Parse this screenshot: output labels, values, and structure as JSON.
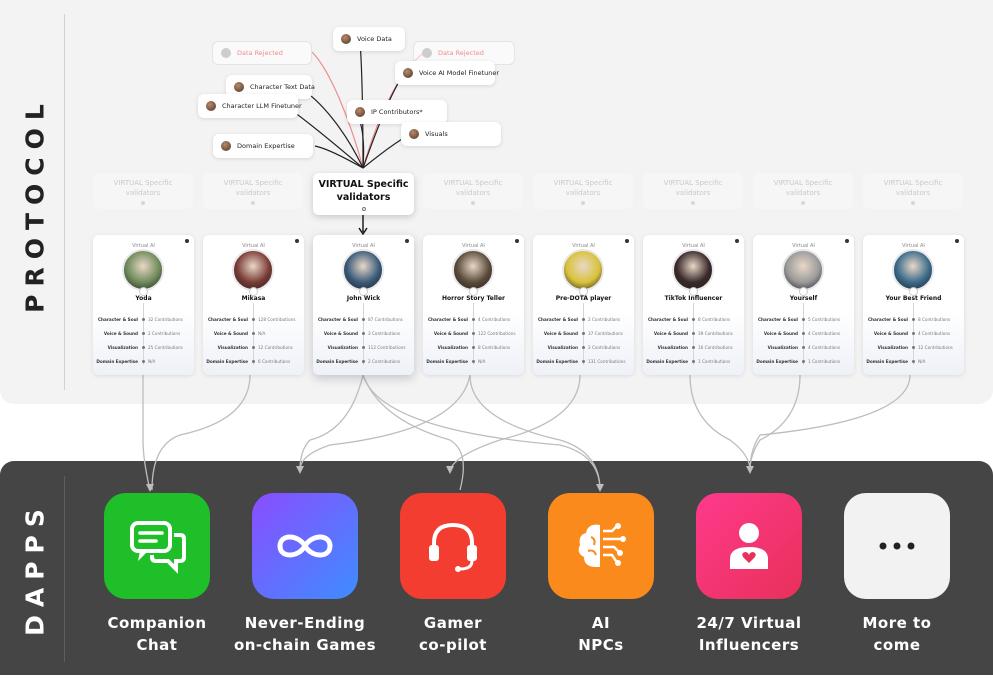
{
  "sections": {
    "protocol": "PROTOCOL",
    "dapps": "DAPPS"
  },
  "contributions": [
    {
      "label": "Data Rejected",
      "rejected": true
    },
    {
      "label": "Voice Data",
      "rejected": false
    },
    {
      "label": "Data Rejected",
      "rejected": true
    },
    {
      "label": "Character Text Data",
      "rejected": false
    },
    {
      "label": "Voice AI Model Finetuner",
      "rejected": false
    },
    {
      "label": "Character LLM Finetuner",
      "rejected": false
    },
    {
      "label": "IP Contributors*",
      "rejected": false
    },
    {
      "label": "Visuals",
      "rejected": false
    },
    {
      "label": "Domain Expertise",
      "rejected": false
    }
  ],
  "validators": {
    "ghost_label_line1": "VIRTUAL Specific",
    "ghost_label_line2": "validators",
    "main_line1": "VIRTUAL Specific",
    "main_line2": "validators"
  },
  "card_badge": "Virtual AI",
  "row_labels": [
    "Character & Soul",
    "Voice & Sound",
    "Visualization",
    "Domain Expertise"
  ],
  "agents": [
    {
      "name": "Yoda",
      "portrait_color": "#6f8a5a",
      "values": [
        "32 Contributions",
        "2 Contributions",
        "25 Contributions",
        "N/A"
      ]
    },
    {
      "name": "Mikasa",
      "portrait_color": "#7a3b36",
      "values": [
        "128 Contributions",
        "N/A",
        "12 Contributions",
        "6 Contributions"
      ]
    },
    {
      "name": "John Wick",
      "portrait_color": "#3a5a7a",
      "values": [
        "87 Contributions",
        "3 Contributions",
        "112 Contributions",
        "2 Contributions"
      ]
    },
    {
      "name": "Horror Story Teller",
      "portrait_color": "#5a4a3a",
      "values": [
        "4 Contributions",
        "122 Contributions",
        "8 Contributions",
        "N/A"
      ]
    },
    {
      "name": "Pre-DOTA player",
      "portrait_color": "#d9c23a",
      "values": [
        "2 Contributions",
        "37 Contributions",
        "2 Contributions",
        "131 Contributions"
      ]
    },
    {
      "name": "TikTok Influencer",
      "portrait_color": "#3a2a2a",
      "values": [
        "8 Contributions",
        "39 Contributions",
        "16 Contributions",
        "1 Contributions"
      ]
    },
    {
      "name": "Yourself",
      "portrait_color": "#9a9a9a",
      "values": [
        "5 Contributions",
        "4 Contributions",
        "4 Contributions",
        "1 Contributions"
      ]
    },
    {
      "name": "Your Best Friend",
      "portrait_color": "#3a6a8a",
      "values": [
        "8 Contributions",
        "4 Contributions",
        "12 Contributions",
        "N/A"
      ]
    }
  ],
  "apps": [
    {
      "line1": "Companion",
      "line2": "Chat",
      "icon": "chat-bubbles-icon",
      "color": "#1fbf2a"
    },
    {
      "line1": "Never-Ending",
      "line2": "on-chain Games",
      "icon": "infinity-icon",
      "color": "#5a6cf0"
    },
    {
      "line1": "Gamer",
      "line2": "co-pilot",
      "icon": "headset-icon",
      "color": "#f23d30"
    },
    {
      "line1": "AI",
      "line2": "NPCs",
      "icon": "brain-circuit-icon",
      "color": "#fb8a1c"
    },
    {
      "line1": "24/7 Virtual",
      "line2": "Influencers",
      "icon": "influencer-heart-icon",
      "color": "#f0356e"
    },
    {
      "line1": "More to",
      "line2": "come",
      "icon": "more-dots-icon",
      "color": "#f2f2f2"
    }
  ]
}
